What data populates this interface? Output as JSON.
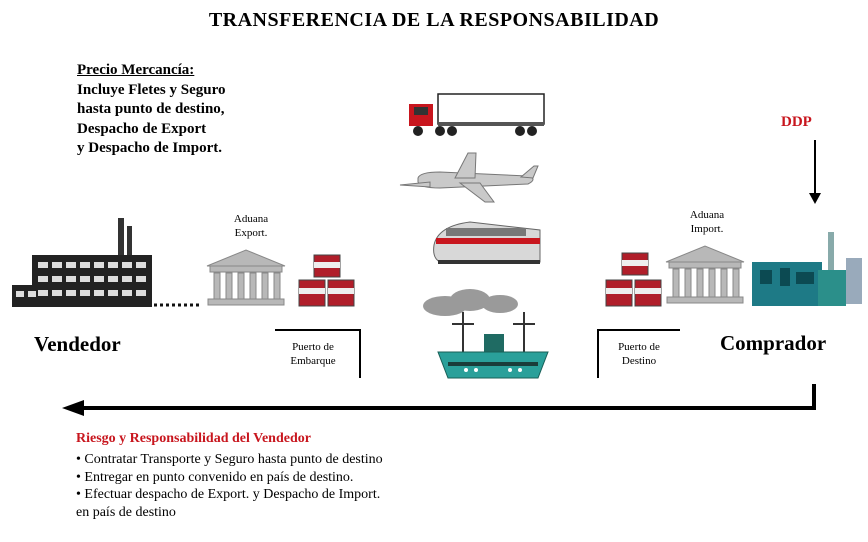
{
  "title": "TRANSFERENCIA DE LA RESPONSABILIDAD",
  "price": {
    "heading": "Precio Mercancía:",
    "lines": [
      "Incluye Fletes y Seguro",
      "hasta punto de destino,",
      "Despacho de Export",
      "y Despacho de Import."
    ]
  },
  "incoterm": "DDP",
  "aduana_export": [
    "Aduana",
    "Export."
  ],
  "aduana_import": [
    "Aduana",
    "Import."
  ],
  "seller": "Vendedor",
  "buyer": "Comprador",
  "puerto_embarque": [
    "Puerto de",
    "Embarque"
  ],
  "puerto_destino": [
    "Puerto de",
    "Destino"
  ],
  "risk": {
    "title": "Riesgo y Responsabilidad del Vendedor",
    "items": [
      "• Contratar Transporte y Seguro hasta punto de destino",
      "• Entregar en punto convenido en país de destino.",
      "• Efectuar despacho de Export. y Despacho de Import."
    ],
    "continuation": "en país de destino"
  },
  "colors": {
    "accent_red": "#c8161e",
    "factory_blue": "#1e7a86",
    "ship_teal": "#2aa09a"
  },
  "icons": [
    "truck-icon",
    "airplane-icon",
    "train-icon",
    "ship-icon",
    "factory-icon",
    "customs-building-icon",
    "cargo-containers-icon",
    "industrial-plant-icon"
  ]
}
